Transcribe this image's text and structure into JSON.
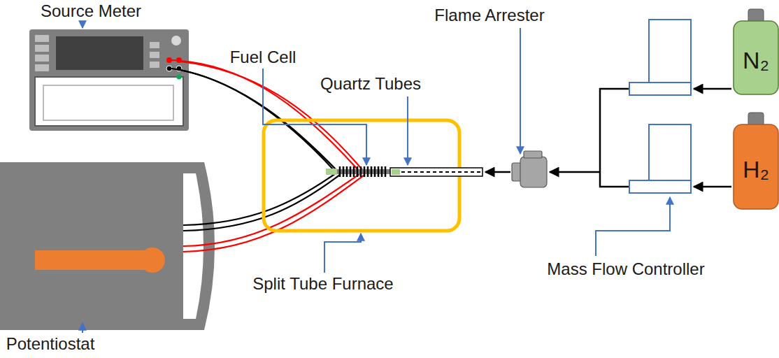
{
  "diagram": {
    "nodes": [
      {
        "text": [
          "N₂"
        ]
      },
      {
        "text": [
          "H₂"
        ]
      }
    ],
    "labels": [
      "Source Meter",
      "Fuel Cell",
      "Quartz Tubes",
      "Flame Arrester",
      "Split Tube Furnace",
      "Mass Flow Controller",
      "Potentiostat"
    ]
  }
}
